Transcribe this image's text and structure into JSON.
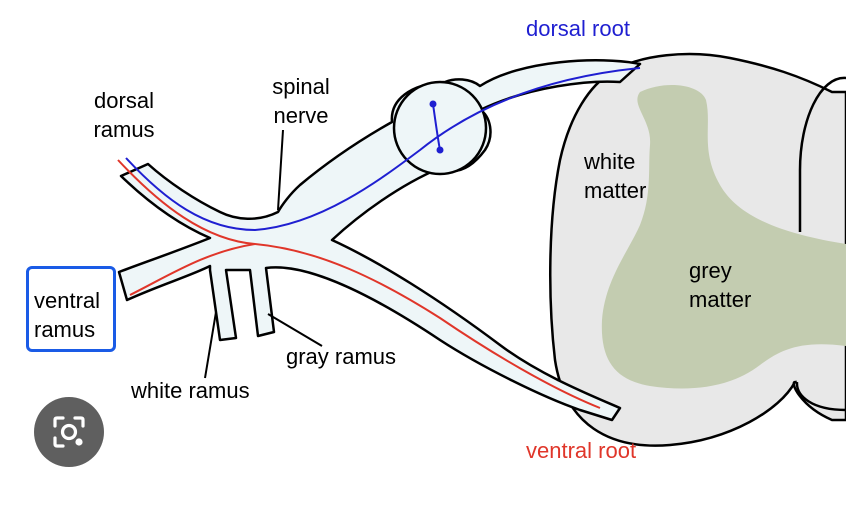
{
  "labels": {
    "dorsal_root": "dorsal root",
    "dorsal_ramus": [
      "dorsal",
      "ramus"
    ],
    "spinal_nerve": [
      "spinal",
      "nerve"
    ],
    "white_matter": [
      "white",
      "matter"
    ],
    "grey_matter": [
      "grey",
      "matter"
    ],
    "ventral_ramus": [
      "ventral",
      "ramus"
    ],
    "gray_ramus": "gray ramus",
    "white_ramus": "white ramus",
    "ventral_root": "ventral root"
  },
  "colors": {
    "sensory_fiber": "#1f1fd1",
    "motor_fiber": "#e0362a",
    "white_matter_fill": "#e8e8e8",
    "grey_matter_fill": "#c3ccb0",
    "nerve_fill": "#eef6f8",
    "annotation_box": "#1a5be6",
    "lens_button": "#5f5f5f"
  },
  "lens_button": {
    "icon": "camera-search-icon"
  }
}
